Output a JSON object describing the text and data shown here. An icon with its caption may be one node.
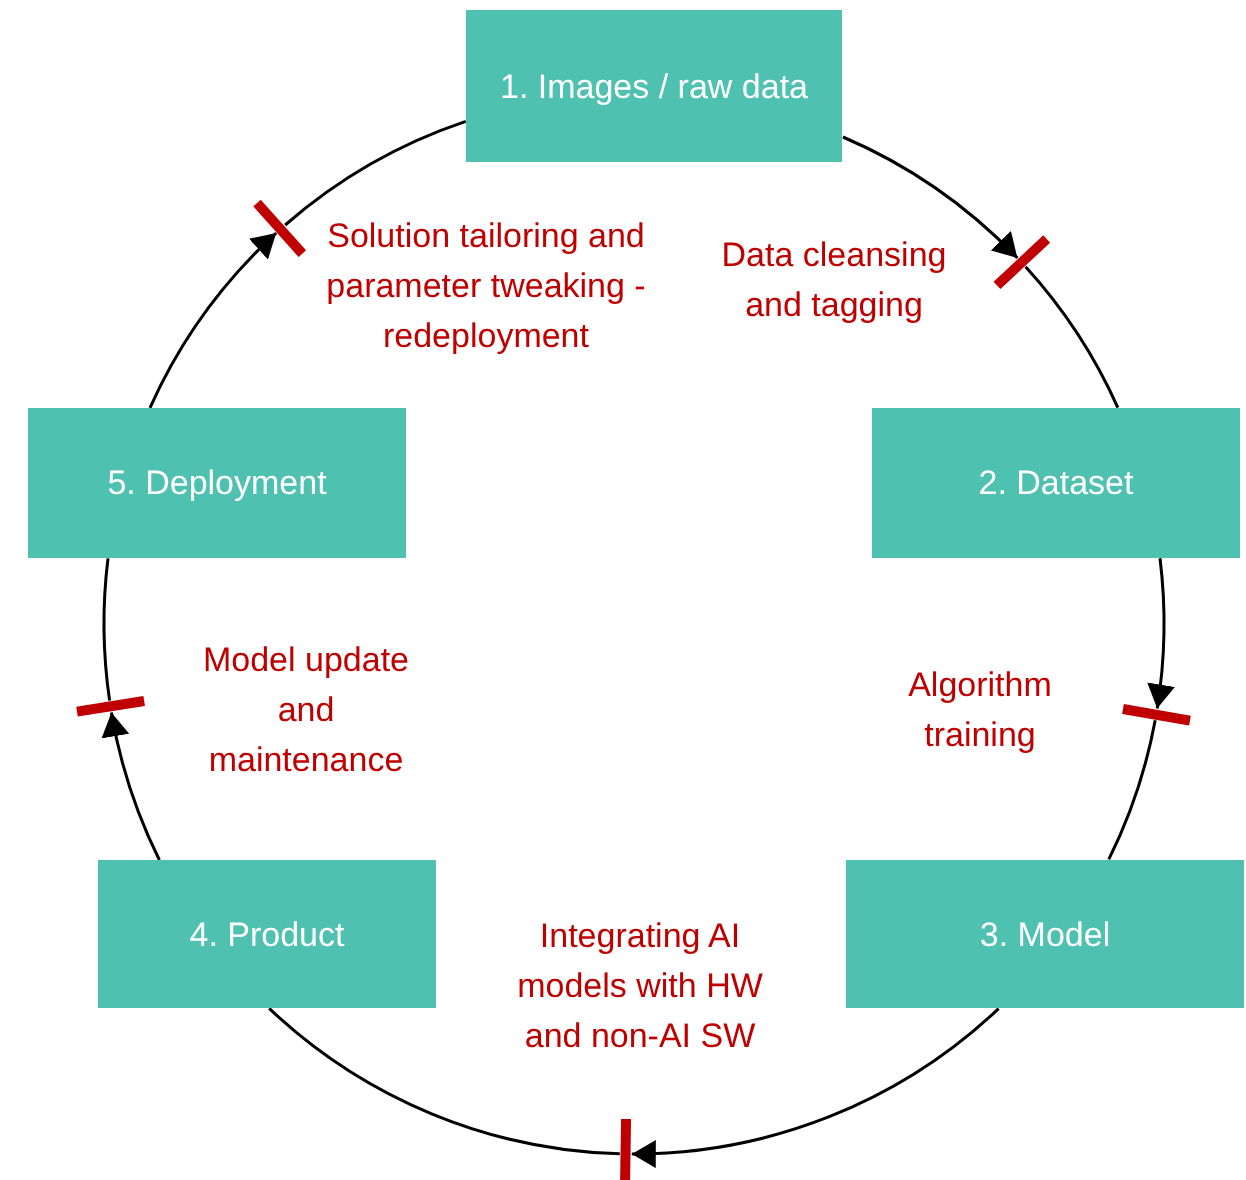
{
  "diagram": {
    "nodes": [
      {
        "text": [
          "1. Images / raw data"
        ]
      },
      {
        "text": [
          "2. Dataset"
        ]
      },
      {
        "text": [
          "3. Model"
        ]
      },
      {
        "text": [
          "4. Product"
        ]
      },
      {
        "text": [
          "5. Deployment"
        ]
      },
      {
        "text": [],
        "shape": "bar"
      },
      {
        "text": [],
        "shape": "bar"
      },
      {
        "text": [],
        "shape": "bar"
      },
      {
        "text": [],
        "shape": "bar"
      },
      {
        "text": [],
        "shape": "bar"
      }
    ],
    "edges": [
      {
        "from": 0,
        "to": 5,
        "arrow": "to",
        "label": "Data cleansing and tagging"
      },
      {
        "from": 5,
        "to": 1,
        "arrow": "none"
      },
      {
        "from": 1,
        "to": 6,
        "arrow": "to",
        "label": "Algorithm training"
      },
      {
        "from": 6,
        "to": 2,
        "arrow": "none"
      },
      {
        "from": 2,
        "to": 7,
        "arrow": "to",
        "label": "Integrating AI models with HW and non-AI SW"
      },
      {
        "from": 7,
        "to": 3,
        "arrow": "none"
      },
      {
        "from": 3,
        "to": 8,
        "arrow": "to",
        "label": "Model update and maintenance"
      },
      {
        "from": 8,
        "to": 4,
        "arrow": "none"
      },
      {
        "from": 4,
        "to": 9,
        "arrow": "to",
        "label": "Solution tailoring and parameter tweaking - redeployment"
      },
      {
        "from": 9,
        "to": 0,
        "arrow": "none"
      }
    ]
  }
}
